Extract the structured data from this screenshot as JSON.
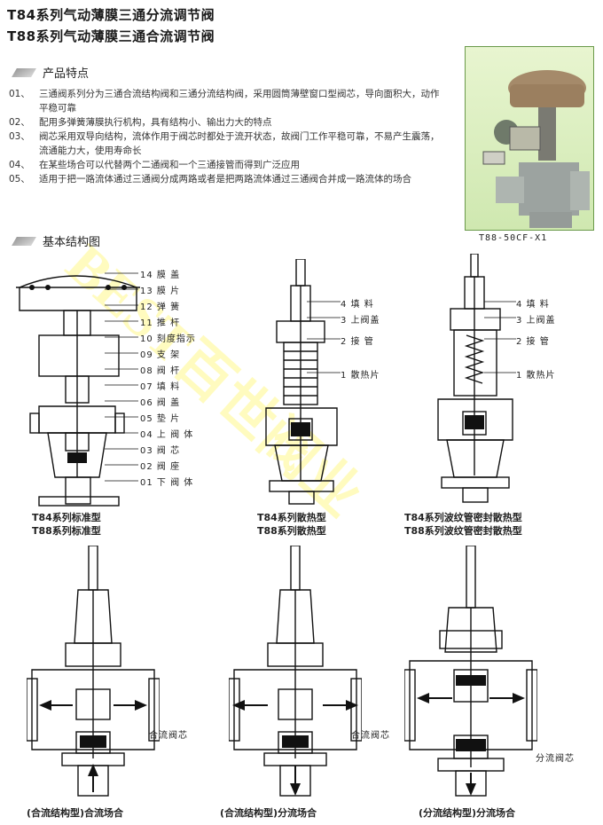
{
  "titles": [
    "T84系列气动薄膜三通分流调节阀",
    "T88系列气动薄膜三通合流调节阀"
  ],
  "features_heading": "产品特点",
  "features": [
    {
      "num": "01、",
      "text": "三通阀系列分为三通合流结构阀和三通分流结构阀，采用圆筒薄壁窗口型阀芯，导向面积大，动作平稳可靠"
    },
    {
      "num": "02、",
      "text": "配用多弹簧薄膜执行机构，具有结构小、输出力大的特点"
    },
    {
      "num": "03、",
      "text": "阀芯采用双导向结构，流体作用于阀芯时都处于流开状态，故阀门工作平稳可靠，不易产生震荡，流通能力大，使用寿命长"
    },
    {
      "num": "04、",
      "text": "在某些场合可以代替两个二通阀和一个三通接管而得到广泛应用"
    },
    {
      "num": "05、",
      "text": "适用于把一路流体通过三通阀分成两路或者是把两路流体通过三通阀合并成一路流体的场合"
    }
  ],
  "photo_caption": "T88-50CF-X1",
  "structure_heading": "基本结构图",
  "parts_standard": [
    "14 膜 盖",
    "13 膜 片",
    "12 弹 簧",
    "11 推 杆",
    "10 刻度指示",
    "09 支 架",
    "08 阀 杆",
    "07 填 料",
    "06 阀 盖",
    "05 垫 片",
    "04 上 阀 体",
    "03 阀 芯",
    "02 阀 座",
    "01 下 阀 体"
  ],
  "parts_heat": [
    "4 填 料",
    "3 上阀盖",
    "2 接 管",
    "1 散热片"
  ],
  "parts_bellows": [
    "4 填 料",
    "3 上阀盖",
    "2 接 管",
    "1 散热片"
  ],
  "captions": {
    "standard": [
      "T84系列标准型",
      "T88系列标准型"
    ],
    "heat": [
      "T84系列散热型",
      "T88系列散热型"
    ],
    "bellows": [
      "T84系列波纹管密封散热型",
      "T88系列波纹管密封散热型"
    ]
  },
  "bottom_labels": {
    "merge_core_1": "合流阀芯",
    "merge_core_2": "合流阀芯",
    "split_core": "分流阀芯"
  },
  "bottom_captions": [
    "(合流结构型)合流场合",
    "(合流结构型)分流场合",
    "(分流结构型)分流场合"
  ],
  "watermark": "BEST百世阀业"
}
